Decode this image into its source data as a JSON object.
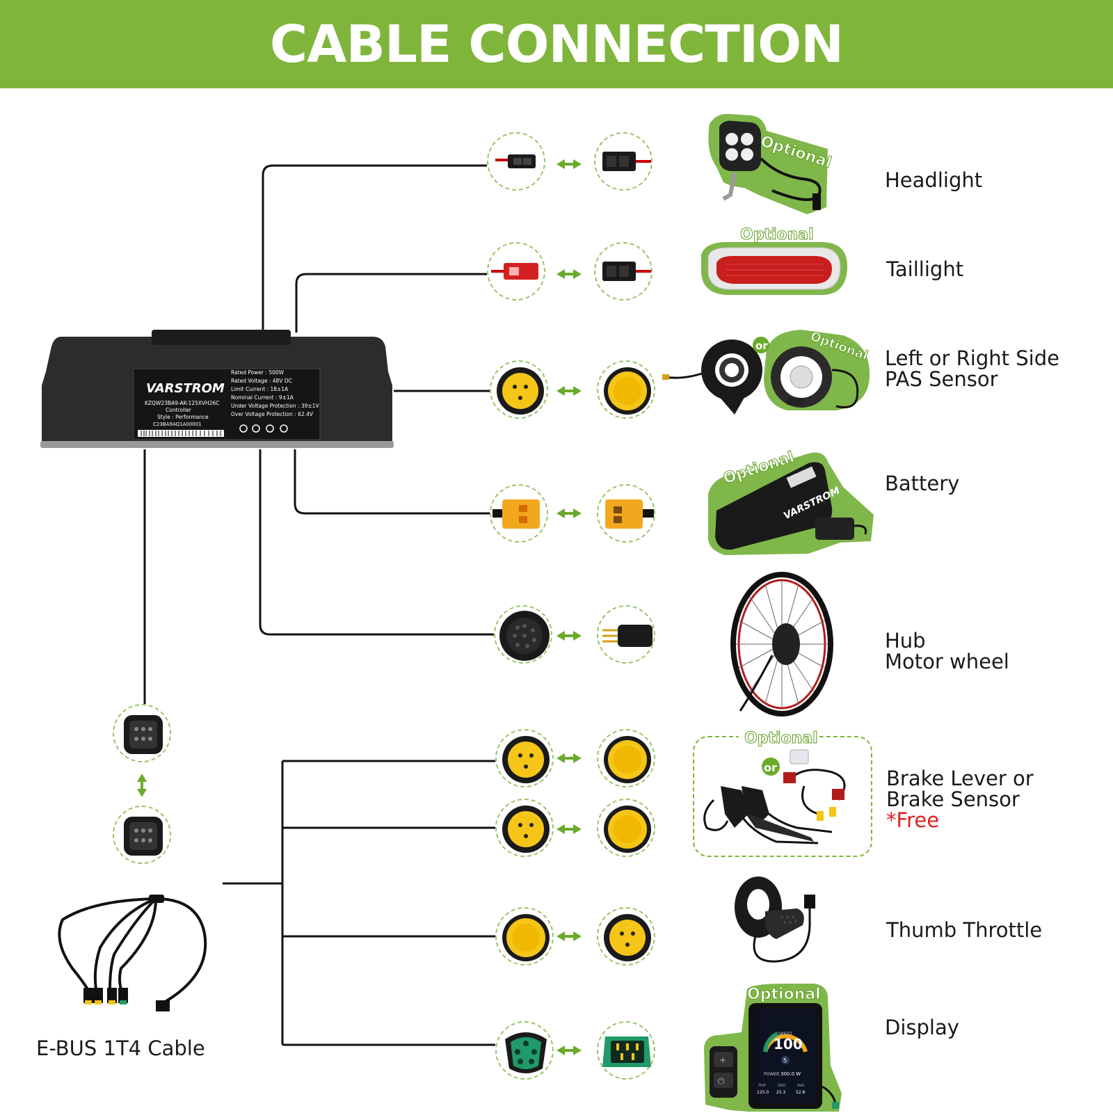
{
  "title": "CABLE CONNECTION",
  "colors": {
    "banner": "#7fb53a",
    "accent_green": "#6aaa2a",
    "connector_yellow": "#f5c518",
    "free_red": "#e02020"
  },
  "controller": {
    "brand": "VARSTROM",
    "model": "KZQW23BA9-AK-125XVH26C",
    "type": "Controller",
    "style": "Style : Performance",
    "serial": "C23BA9AQ1A00001",
    "specs": [
      "Rated Power : 500W",
      "Rated Voltage : 48V DC",
      "Limit Current : 18±1A",
      "Nominal Current : 9±1A",
      "Under Voltage Protection : 39±1V",
      "Over Voltage Protection : 62.4V"
    ]
  },
  "badges": {
    "optional": "Optional",
    "or": "or"
  },
  "battery_brand": "VARSTROM",
  "components": [
    {
      "id": "headlight",
      "label_lines": [
        "Headlight"
      ],
      "icon": "headlight-icon"
    },
    {
      "id": "taillight",
      "label_lines": [
        "Taillight"
      ],
      "icon": "taillight-icon"
    },
    {
      "id": "pas",
      "label_lines": [
        "Left or Right Side",
        "PAS Sensor"
      ],
      "icon": "pas-sensor-icon"
    },
    {
      "id": "battery",
      "label_lines": [
        "Battery"
      ],
      "icon": "battery-icon"
    },
    {
      "id": "hub",
      "label_lines": [
        "Hub",
        "Motor wheel"
      ],
      "icon": "motor-wheel-icon"
    },
    {
      "id": "brake",
      "label_lines": [
        "Brake Lever or",
        "Brake Sensor"
      ],
      "free": "*Free",
      "icon": "brake-lever-icon"
    },
    {
      "id": "throttle",
      "label_lines": [
        "Thumb Throttle"
      ],
      "icon": "thumb-throttle-icon"
    },
    {
      "id": "display",
      "label_lines": [
        "Display"
      ],
      "icon": "display-icon"
    }
  ],
  "display_screen": {
    "speed": "100",
    "gear": "5",
    "speed_label": "SPEED",
    "power_label": "POWER",
    "power": "300.0 W",
    "trip_label": "TRIP",
    "odo_label": "ODO",
    "avg_label": "AVG",
    "trip": "125.0",
    "odo": "25.3",
    "avg": "52.8"
  },
  "ebus": {
    "label": "E-BUS 1T4 Cable"
  }
}
